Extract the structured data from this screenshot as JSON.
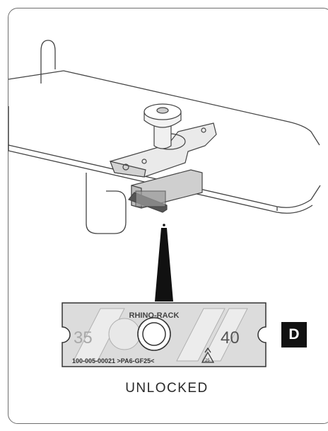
{
  "diagram": {
    "step_label": "D",
    "status_caption": "UNLOCKED",
    "plate": {
      "brand": "RHINO-RACK",
      "size_left": "35",
      "size_right": "40",
      "part_number": "100-005-00021 >PA6-GF25<"
    },
    "icons": [
      "bolt-icon",
      "recycle-icon"
    ],
    "colors": {
      "line": "#333333",
      "plate_fill": "#dedede",
      "badge": "#111111"
    }
  }
}
